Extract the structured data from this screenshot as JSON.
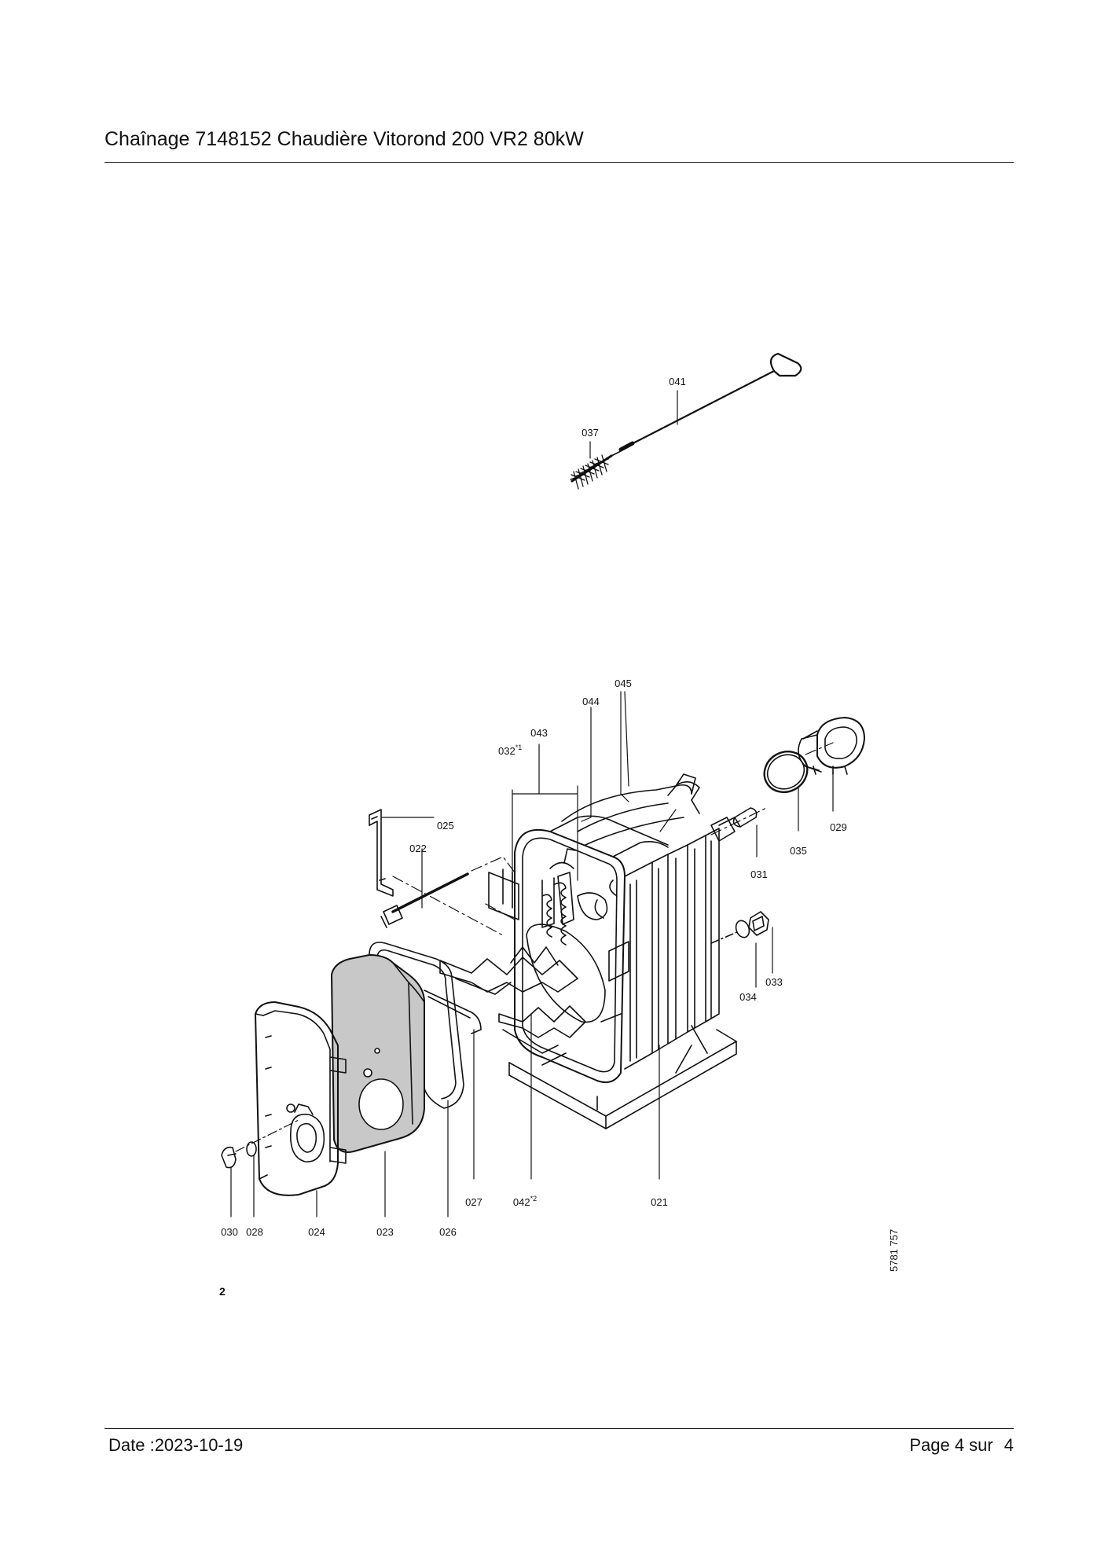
{
  "header": {
    "title": "Chaînage 7148152 Chaudière Vitorond 200 VR2 80kW"
  },
  "diagram": {
    "callouts": {
      "p041": "041",
      "p037": "037",
      "p045": "045",
      "p044": "044",
      "p043": "043",
      "p032": "032",
      "p032_sup": "*1",
      "p025": "025",
      "p022": "022",
      "p035": "035",
      "p029": "029",
      "p031": "031",
      "p033": "033",
      "p034": "034",
      "p027": "027",
      "p042": "042",
      "p042_sup": "*2",
      "p021": "021",
      "p030": "030",
      "p028": "028",
      "p024": "024",
      "p023": "023",
      "p026": "026"
    },
    "figure_number": "2",
    "document_number": "5781 757"
  },
  "footer": {
    "date": "Date :2023-10-19",
    "page_label": "Page 4 sur",
    "page_total": "4"
  }
}
